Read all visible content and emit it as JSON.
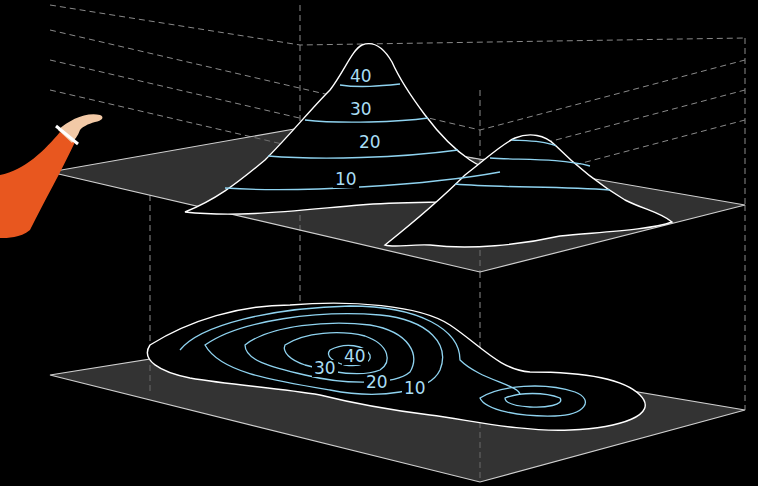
{
  "diagram": {
    "labels": [
      "40",
      "30",
      "20",
      "10",
      "30",
      "40",
      "20",
      "10"
    ]
  }
}
